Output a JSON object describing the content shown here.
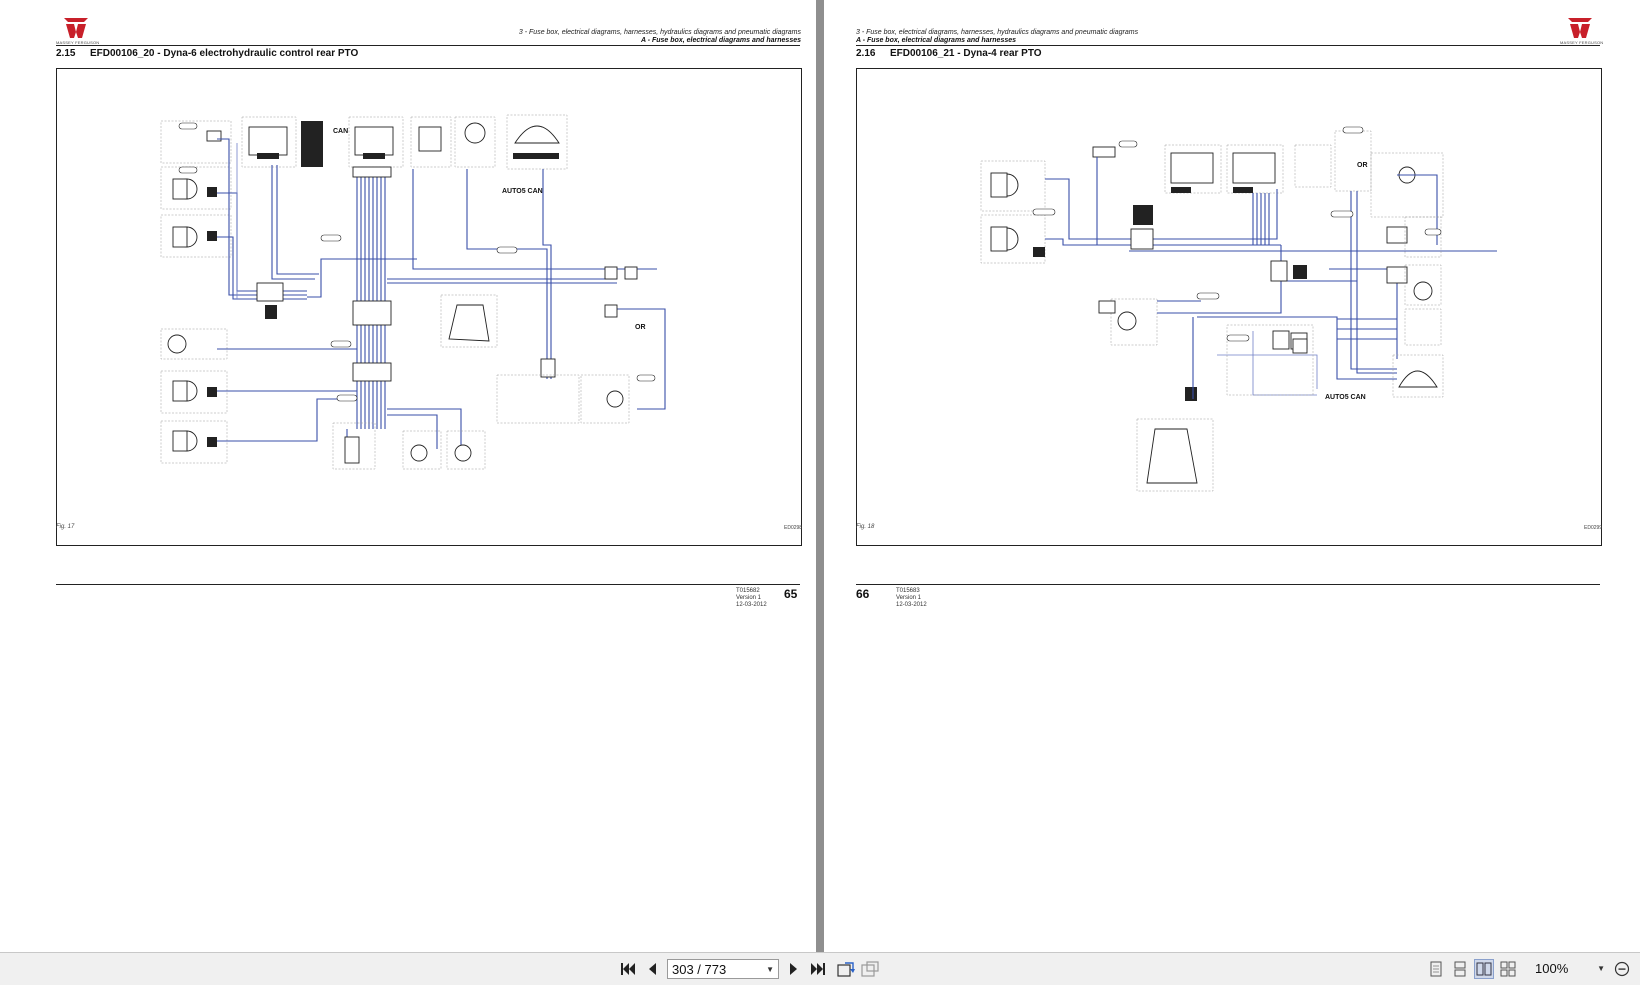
{
  "brand": "MASSEY FERGUSON",
  "left_page": {
    "chapter": "3 - Fuse box, electrical diagrams, harnesses, hydraulics diagrams and pneumatic diagrams",
    "section": "A - Fuse box, electrical diagrams and harnesses",
    "section_number": "2.15",
    "title": "EFD00106_20 - Dyna-6 electrohydraulic control rear PTO",
    "diagram_tags": [
      "CAN",
      "AUTO5 CAN",
      "OR"
    ],
    "figure": "Fig. 17",
    "figure_code": "ED0298",
    "doc_number": "T015682",
    "version": "Version 1",
    "date": "12-03-2012",
    "page_number": "65"
  },
  "right_page": {
    "chapter": "3 - Fuse box, electrical diagrams, harnesses, hydraulics diagrams and pneumatic diagrams",
    "section": "A - Fuse box, electrical diagrams and harnesses",
    "section_number": "2.16",
    "title": "EFD00106_21 - Dyna-4 rear PTO",
    "diagram_tags": [
      "OR",
      "AUTO5 CAN"
    ],
    "figure": "Fig. 18",
    "figure_code": "ED0299",
    "doc_number": "T015683",
    "version": "Version 1",
    "date": "12-03-2012",
    "page_number": "66"
  },
  "toolbar": {
    "page_indicator": "303 / 773",
    "zoom": "100%"
  },
  "colors": {
    "wire": "#3a4fa8",
    "background": "#8f8f8f",
    "toolbar": "#f0f0f0"
  },
  "icons": [
    "first-page-icon",
    "prev-page-icon",
    "next-page-icon",
    "last-page-icon",
    "rotate-icon",
    "fit-icon",
    "single-page-icon",
    "continuous-icon",
    "two-page-icon",
    "two-page-continuous-icon",
    "zoom-out-icon"
  ]
}
